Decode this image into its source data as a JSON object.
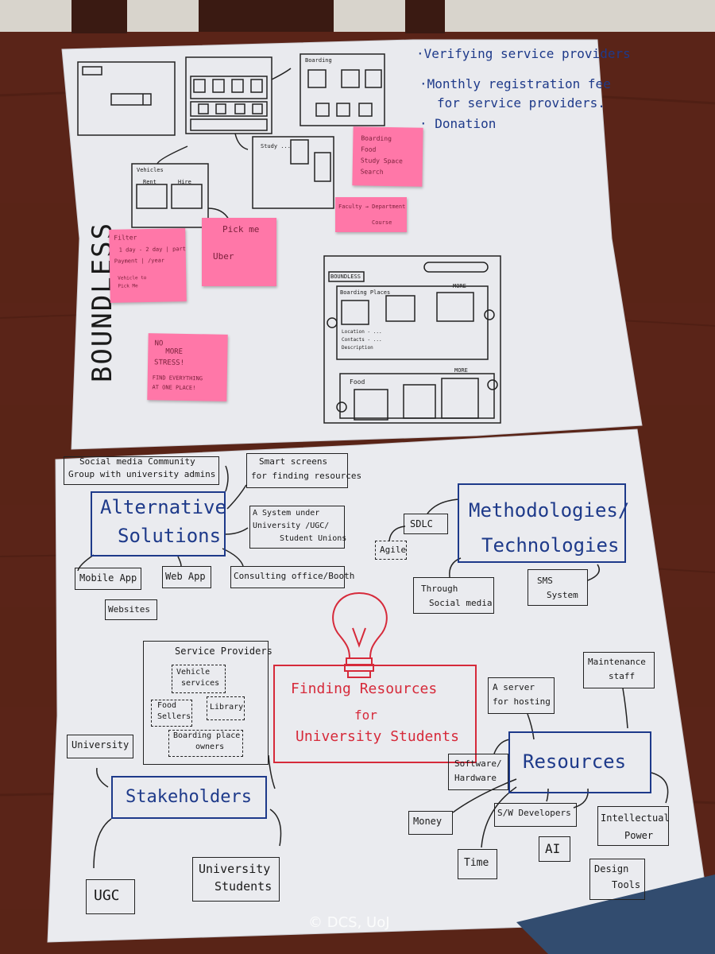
{
  "title": "Finding Resources for University Students",
  "colors": {
    "table": "#5a2418",
    "paper": "#e9eaee",
    "ink_blue": "#1e3a8a",
    "ink_red": "#d62a3a",
    "sticky_pink": "#ff77a8"
  },
  "top_sheet": {
    "brand": "BOUNDLESS",
    "notes": [
      "·Verifying service providers",
      "·Monthly registration fee",
      "for service providers.",
      "· Donation"
    ],
    "wireframe": {
      "brand_label": "BOUNDLESS",
      "header_label": "Boarding",
      "vehicles_label": "Vehicles",
      "rent_label": "Rent",
      "hire_label": "Hire",
      "study_label": "Study ...",
      "boarding_places": "Boarding Places",
      "food": "Food",
      "more": "MORE",
      "location": "Location - ...",
      "contacts": "Contacts - ...",
      "description": "Description"
    },
    "stickies": {
      "s1": [
        "Boarding",
        "Food",
        "Study Space",
        "Search"
      ],
      "s2": [
        "Faculty → Department",
        "Course"
      ],
      "s3": [
        "Filter",
        "1 day - 2 day | part",
        "Payment | /year",
        "Vehicle to",
        "Pick Me"
      ],
      "s4": [
        "Pick me",
        "Uber"
      ],
      "s5": [
        "NO",
        "MORE",
        "STRESS!",
        "FIND EVERYTHING",
        "AT ONE PLACE!"
      ]
    }
  },
  "bottom_sheet": {
    "central": [
      "Finding Resources",
      "for",
      "University Students"
    ],
    "alternative": {
      "title": [
        "Alternative",
        "Solutions"
      ],
      "social": [
        "Social media Community",
        "Group with university admins"
      ],
      "smart": [
        "Smart screens",
        "for finding resources"
      ],
      "system": [
        "A System under",
        "University /UGC/",
        "Student Unions"
      ],
      "mobile": "Mobile App",
      "webapp": "Web App",
      "consulting": "Consulting office/Booth",
      "websites": "Websites"
    },
    "methodologies": {
      "title": [
        "Methodologies/",
        "Technologies"
      ],
      "sdlc": "SDLC",
      "agile": "Agile",
      "social": [
        "Through",
        "Social media"
      ],
      "sms": [
        "SMS",
        "System"
      ]
    },
    "stakeholders": {
      "title": "Stakeholders",
      "service_providers": "Service Providers",
      "vehicle": [
        "Vehicle",
        "services"
      ],
      "food": [
        "Food",
        "Sellers"
      ],
      "library": "Library",
      "boarding": [
        "Boarding place",
        "owners"
      ],
      "university": "University",
      "ugc": "UGC",
      "students": [
        "University",
        "Students"
      ]
    },
    "resources": {
      "title": "Resources",
      "maintenance": [
        "Maintenance",
        "staff"
      ],
      "server": [
        "A server",
        "for hosting"
      ],
      "software": [
        "Software/",
        "Hardware"
      ],
      "money": "Money",
      "developers": "S/W Developers",
      "intellectual": [
        "Intellectual",
        "Power"
      ],
      "time": "Time",
      "ai": "AI",
      "design": [
        "Design",
        "Tools"
      ]
    }
  },
  "watermark": "© DCS, UoJ"
}
